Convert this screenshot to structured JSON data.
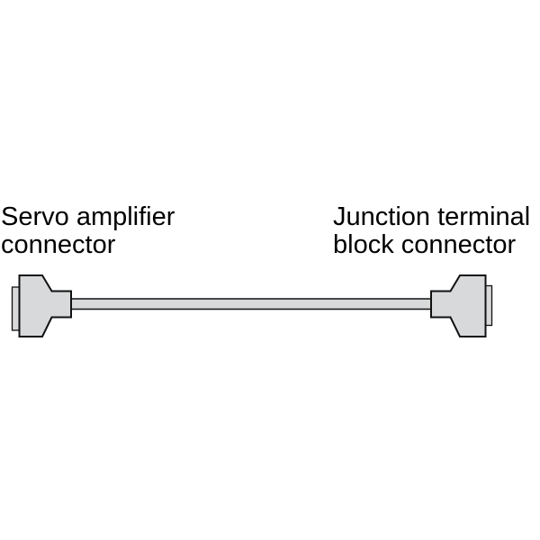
{
  "figure": {
    "left_label": {
      "line1": "Servo amplifier",
      "line2": "connector"
    },
    "right_label": {
      "line1": "Junction terminal",
      "line2": "block connector"
    }
  },
  "colors": {
    "background": "#ffffff",
    "connector_fill": "#d7d9da",
    "outline": "#111111",
    "text": "#000000"
  }
}
